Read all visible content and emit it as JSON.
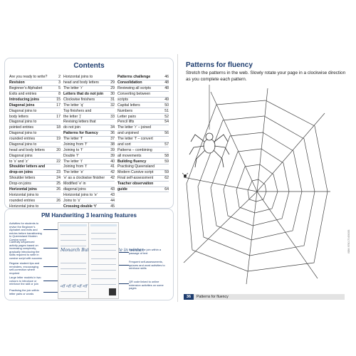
{
  "toc": {
    "title": "Contents",
    "col1": [
      {
        "label": "Are you ready to write?",
        "page": "2",
        "bold": false
      },
      {
        "label": "Revision",
        "page": "3",
        "bold": true
      },
      {
        "label": "Beginner’s Alphabet",
        "page": "5",
        "bold": false
      },
      {
        "label": "Exits and entries",
        "page": "8",
        "bold": false
      },
      {
        "label": "Introducing joins",
        "page": "15",
        "bold": true
      },
      {
        "label": "Diagonal joins",
        "page": "17",
        "bold": true
      },
      {
        "label": "Diagonal joins to",
        "page": "",
        "bold": false
      },
      {
        "label": "body letters",
        "page": "17",
        "bold": false
      },
      {
        "label": "Diagonal joins to",
        "page": "",
        "bold": false
      },
      {
        "label": "pointed entries",
        "page": "18",
        "bold": false
      },
      {
        "label": "Diagonal joins to",
        "page": "",
        "bold": false
      },
      {
        "label": "rounded entries",
        "page": "19",
        "bold": false
      },
      {
        "label": "Diagonal joins to",
        "page": "",
        "bold": false
      },
      {
        "label": "head and body letters",
        "page": "20",
        "bold": false
      },
      {
        "label": "Diagonal joins",
        "page": "",
        "bold": false
      },
      {
        "label": "to ‘s’ and ‘z’",
        "page": "22",
        "bold": false
      },
      {
        "label": "Shoulder letters and",
        "page": "",
        "bold": true
      },
      {
        "label": "drop-on joins",
        "page": "23",
        "bold": true
      },
      {
        "label": "Shoulder letters",
        "page": "24",
        "bold": false
      },
      {
        "label": "Drop-on joins",
        "page": "25",
        "bold": false
      },
      {
        "label": "Horizontal joins",
        "page": "26",
        "bold": true
      },
      {
        "label": "Horizontal joins to",
        "page": "",
        "bold": false
      },
      {
        "label": "rounded entries",
        "page": "26",
        "bold": false
      },
      {
        "label": "Horizontal joins to",
        "page": "",
        "bold": false
      },
      {
        "label": "pointed entries",
        "page": "28",
        "bold": false
      }
    ],
    "col2": [
      {
        "label": "Horizontal joins to",
        "page": "",
        "bold": false
      },
      {
        "label": "head and body letters",
        "page": "29",
        "bold": false
      },
      {
        "label": "The letter ‘r’",
        "page": "29",
        "bold": false
      },
      {
        "label": "Letters that do not join",
        "page": "30",
        "bold": true
      },
      {
        "label": "Clockwise finishers",
        "page": "31",
        "bold": false
      },
      {
        "label": "The letter ‘q’",
        "page": "32",
        "bold": false
      },
      {
        "label": "Top finishers and",
        "page": "",
        "bold": false
      },
      {
        "label": "the letter ‘j’",
        "page": "33",
        "bold": false
      },
      {
        "label": "Revising letters that",
        "page": "",
        "bold": false
      },
      {
        "label": "do not join",
        "page": "34",
        "bold": false
      },
      {
        "label": "Patterns for fluency",
        "page": "36",
        "bold": true
      },
      {
        "label": "The letter ‘f’",
        "page": "37",
        "bold": false
      },
      {
        "label": "Joining from ‘f’",
        "page": "38",
        "bold": false
      },
      {
        "label": "Joining to ‘f’",
        "page": "39",
        "bold": false
      },
      {
        "label": "Double ‘f’",
        "page": "39",
        "bold": false
      },
      {
        "label": "The letter ‘t’",
        "page": "40",
        "bold": false
      },
      {
        "label": "Joining from ‘t’",
        "page": "41",
        "bold": false
      },
      {
        "label": "The letter ‘e’",
        "page": "42",
        "bold": false
      },
      {
        "label": "‘e’ as a clockwise finisher",
        "page": "42",
        "bold": false
      },
      {
        "label": "Modified ‘e’ in",
        "page": "",
        "bold": false
      },
      {
        "label": "diagonal joins",
        "page": "43",
        "bold": false
      },
      {
        "label": "Horizontal joins to ‘e’",
        "page": "43",
        "bold": false
      },
      {
        "label": "Joins to ‘s’",
        "page": "44",
        "bold": false
      },
      {
        "label": "Crossing double ‘t’",
        "page": "45",
        "bold": true
      }
    ],
    "col3": [
      {
        "label": "Patterns challenge",
        "page": "46",
        "bold": true
      },
      {
        "label": "Consolidation",
        "page": "48",
        "bold": true
      },
      {
        "label": "Reviewing all scripts",
        "page": "48",
        "bold": false
      },
      {
        "label": "Converting between",
        "page": "",
        "bold": false
      },
      {
        "label": "scripts",
        "page": "49",
        "bold": false
      },
      {
        "label": "Capital letters",
        "page": "50",
        "bold": false
      },
      {
        "label": "Numbers",
        "page": "51",
        "bold": false
      },
      {
        "label": "Letter pairs",
        "page": "52",
        "bold": false
      },
      {
        "label": "Pencil lifts",
        "page": "54",
        "bold": false
      },
      {
        "label": "The letter ‘r’ – joined",
        "page": "",
        "bold": false
      },
      {
        "label": "and unjoined",
        "page": "56",
        "bold": false
      },
      {
        "label": "The letter ‘f’ – convert",
        "page": "",
        "bold": false
      },
      {
        "label": "and sort",
        "page": "57",
        "bold": false
      },
      {
        "label": "Patterns – combining",
        "page": "",
        "bold": false
      },
      {
        "label": "all movements",
        "page": "58",
        "bold": false
      },
      {
        "label": "Building fluency",
        "page": "59",
        "bold": true
      },
      {
        "label": "Practising Queensland",
        "page": "",
        "bold": false
      },
      {
        "label": "Modern Cursive script",
        "page": "59",
        "bold": false
      },
      {
        "label": "Final self-assessment",
        "page": "62",
        "bold": false
      },
      {
        "label": "Teacher observation",
        "page": "",
        "bold": true
      },
      {
        "label": "guide",
        "page": "64",
        "bold": true
      }
    ]
  },
  "features": {
    "title": "PM Handwriting 3 learning features",
    "notes_left": [
      "Activities for students to revise the Beginner’s Alphabet and exits and entries before transitioning to Queensland Modern Cursive script",
      "Carefully sequenced activity pages based on increasing complexity, gradually introducing the skills required to write in cursive script with success",
      "Regular student tips and reminders, encouraging self-correction where required",
      "Large letter models in two colours to introduce or reinforce the skill or join",
      "Practising the join within letter pairs or words"
    ],
    "notes_right": [
      "Practising the join within a passage of text",
      "Frequent self-assessments, quizzes and word activities to reinforce skills",
      "QR code linked to online extension activities on some pages"
    ],
    "sample_text": "Monarch Butterflies migrate in winter.",
    "sample_letters": "aff  off  iff  uff  eff  ff"
  },
  "right": {
    "title": "Patterns for fluency",
    "instruction": "Stretch the patterns in the web. Slowly rotate your page in a clockwise direction as you complete each pattern.",
    "page_number": "36",
    "page_label": "Patterns for fluency",
    "isbn": "ISBN 9780170456393"
  }
}
